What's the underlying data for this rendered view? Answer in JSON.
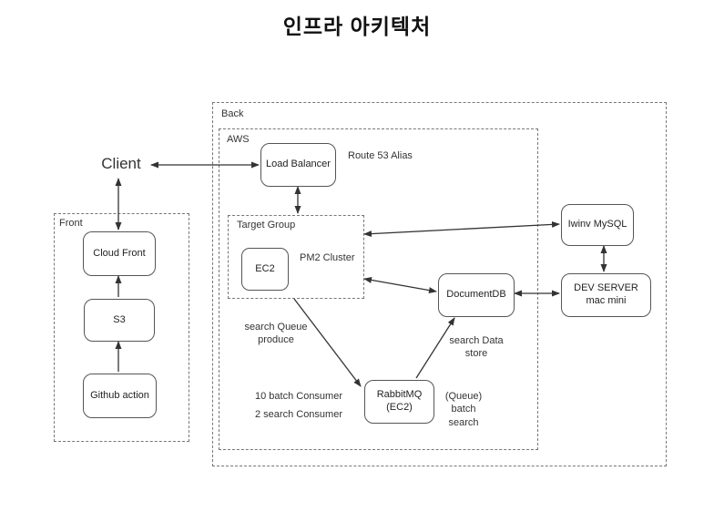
{
  "title": "인프라 아키텍처",
  "containers": {
    "back": "Back",
    "aws": "AWS",
    "front": "Front",
    "target_group": "Target Group"
  },
  "nodes": {
    "client": "Client",
    "load_balancer": "Load Balancer",
    "ec2": "EC2",
    "cloud_front": "Cloud Front",
    "s3": "S3",
    "github_action": "Github action",
    "document_db": "DocumentDB",
    "iwinv_mysql": "Iwinv MySQL",
    "dev_server_line1": "DEV SERVER",
    "dev_server_line2": "mac mini",
    "rabbitmq_line1": "RabbitMQ",
    "rabbitmq_line2": "(EC2)"
  },
  "labels": {
    "route53_alias": "Route 53 Alias",
    "pm2_cluster": "PM2 Cluster",
    "search_queue_line1": "search Queue",
    "search_queue_line2": "produce",
    "batch_consumer": "10 batch Consumer",
    "search_consumer": "2 search Consumer",
    "queue_line1": "(Queue)",
    "queue_line2": "batch",
    "queue_line3": "search",
    "search_data_line1": "search Data",
    "search_data_line2": "store"
  },
  "colors": {
    "line": "#333333",
    "box_border": "#555555",
    "dashed_border": "#777777",
    "text": "#222222",
    "background": "#ffffff"
  }
}
